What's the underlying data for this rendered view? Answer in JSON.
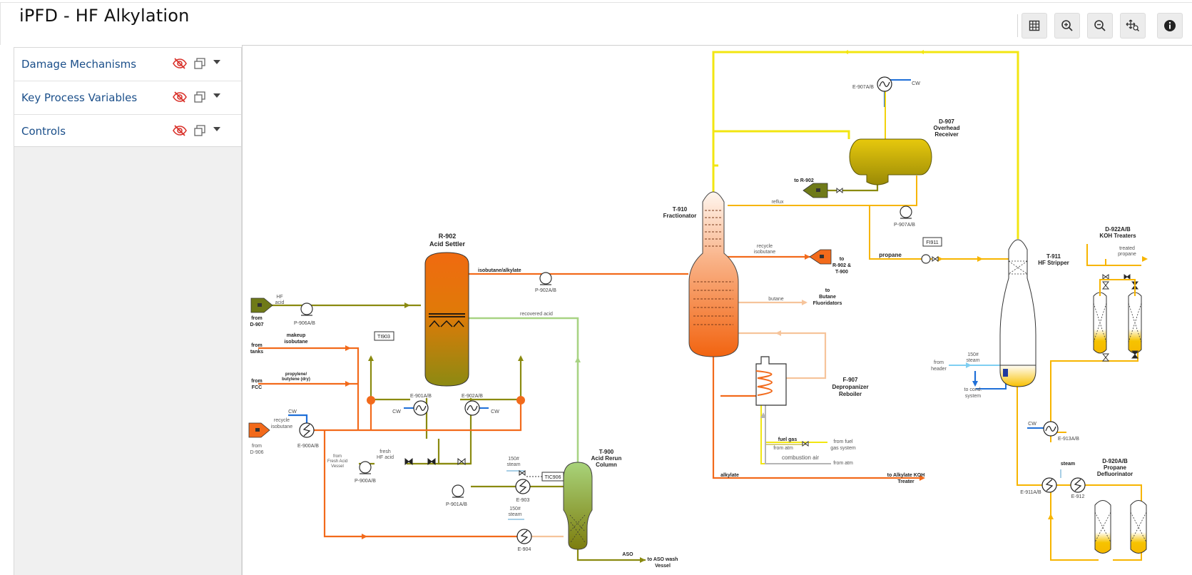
{
  "app": {
    "title": "iPFD - HF Alkylation"
  },
  "toolbar": {
    "buttons": [
      {
        "name": "grid-icon"
      },
      {
        "name": "zoom-in-icon"
      },
      {
        "name": "zoom-out-icon"
      },
      {
        "name": "fit-view-icon"
      },
      {
        "name": "info-icon"
      }
    ]
  },
  "sidebar": {
    "items": [
      {
        "label": "Damage Mechanisms"
      },
      {
        "label": "Key Process Variables"
      },
      {
        "label": "Controls"
      }
    ]
  },
  "diagram": {
    "equipment": {
      "r902": "R-902",
      "r902_sub": "Acid Settler",
      "t910": "T-910",
      "t910_sub": "Fractionator",
      "d907": "D-907",
      "d907_sub1": "Overhead",
      "d907_sub2": "Receiver",
      "t911": "T-911",
      "t911_sub": "HF Stripper",
      "d922": "D-922A/B",
      "d922_sub": "KOH Treaters",
      "f907": "F-907",
      "f907_sub1": "Depropanizer",
      "f907_sub2": "Reboiler",
      "t900": "T-900",
      "t900_sub1": "Acid Rerun",
      "t900_sub2": "Column",
      "d920": "D-920A/B",
      "d920_sub1": "Propane",
      "d920_sub2": "Defluorinator",
      "e907": "E-907A/B",
      "p907": "P-907A/B",
      "p902": "P-902A/B",
      "p906": "P-906A/B",
      "e900": "E-900A/B",
      "p900": "P-900A/B",
      "e901": "E-901A/B",
      "e902": "E-902A/B",
      "p901": "P-901A/B",
      "e903": "E-903",
      "e904": "E-904",
      "e913": "E-913A/B",
      "e911": "E-911A/B",
      "e912": "E-912"
    },
    "tags": {
      "fi911": "FI911",
      "ti903": "TI903",
      "tic906": "TIC906"
    },
    "streams": {
      "hf_acid": "HF",
      "hf_acid2": "acid",
      "from_d907": "from",
      "from_d907b": "D-907",
      "makeup": "makeup",
      "makeup2": "isobutane",
      "from_tanks": "from",
      "from_tanks2": "tanks",
      "propylene": "propylene/",
      "propylene2": "butylene (dry)",
      "from_fcc": "from",
      "from_fcc2": "FCC",
      "cw": "CW",
      "recycle_iso": "recycle",
      "recycle_iso2": "isobutane",
      "from_d906": "from",
      "from_d906b": "D-906",
      "from_fresh": "from",
      "from_fresh2": "Fresh Acid",
      "from_fresh3": "Vessel",
      "fresh_hf": "fresh",
      "fresh_hf2": "HF acid",
      "isobutane_alkylate": "isobutane/alkylate",
      "recovered_acid": "recovered acid",
      "steam150": "150#",
      "steam": "steam",
      "aso": "ASO",
      "to_aso": "to ASO wash",
      "to_aso2": "Vessel",
      "to_r902": "to R-902",
      "reflux": "reflux",
      "recycle_isobutane": "recycle",
      "recycle_isobutane2": "isobutane",
      "to_r902_t900": "to",
      "to_r902_t900b": "R-902 &",
      "to_r902_t900c": "T-900",
      "butane": "butane",
      "to_butane": "to",
      "to_butane2": "Butane",
      "to_butane3": "Fluoridators",
      "propane": "propane",
      "treated_propane": "treated",
      "treated_propane2": "propane",
      "from_header": "from",
      "from_header2": "header",
      "to_cond": "to cond.",
      "to_cond2": "system",
      "fuel_gas": "fuel gas",
      "from_atm": "from atm",
      "from_fuel": "from fuel",
      "from_fuel2": "gas system",
      "combustion_air": "combustion air",
      "from_atm2": "from atm",
      "alkylate": "alkylate",
      "to_koh": "to Alkylate KOH",
      "to_koh2": "Treater",
      "steam_lbl": "steam"
    }
  },
  "colors": {
    "olive": "#8a8a10",
    "orange": "#f26a1b",
    "yellow": "#f2e611",
    "gold": "#f7b500",
    "light_green": "#a8d383",
    "peach": "#f6c49b",
    "blue": "#1f6fd8",
    "light_blue": "#7fcff2",
    "grey": "#b5b5b5",
    "link": "#1b4f8a",
    "hidden_icon": "#d9322b"
  }
}
